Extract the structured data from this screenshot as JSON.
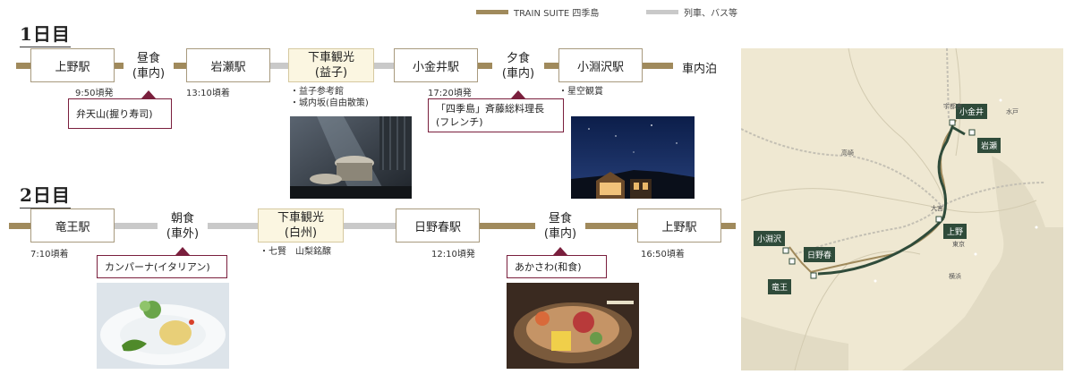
{
  "legend": {
    "train": "TRAIN SUITE 四季島",
    "other": "列車、バス等"
  },
  "day1": {
    "title": "1日目",
    "stations": {
      "ueno": "上野駅",
      "iwase": "岩瀬駅",
      "koganei": "小金井駅",
      "kobuchisawa": "小淵沢駅",
      "stay": "車内泊"
    },
    "lunch": {
      "line1": "昼食",
      "line2": "(車内)"
    },
    "sight": {
      "line1": "下車観光",
      "line2": "(益子)"
    },
    "dinner": {
      "line1": "夕食",
      "line2": "(車内)"
    },
    "times": {
      "ueno": "9:50頃発",
      "iwase": "13:10頃着",
      "koganei": "17:20頃発"
    },
    "sight_notes": [
      "・益子参考館",
      "・城内坂(自由散策)"
    ],
    "koga_note": "・星空観賞",
    "lunch_box": "弁天山(握り寿司)",
    "dinner_box": [
      "「四季島」斉藤総料理長",
      "(フレンチ)"
    ]
  },
  "day2": {
    "title": "2日目",
    "stations": {
      "ryuo": "竜王駅",
      "hinoharu": "日野春駅",
      "ueno": "上野駅"
    },
    "breakfast": {
      "line1": "朝食",
      "line2": "(車外)"
    },
    "sight": {
      "line1": "下車観光",
      "line2": "(白州)"
    },
    "lunch": {
      "line1": "昼食",
      "line2": "(車内)"
    },
    "times": {
      "ryuo": "7:10頃着",
      "hinoharu": "12:10頃発",
      "ueno": "16:50頃着"
    },
    "sight_note": "・七賢　山梨銘醸",
    "breakfast_box": "カンパーナ(イタリアン)",
    "lunch_box": "あかさわ(和食)"
  },
  "map": {
    "labels": {
      "koganei": "小金井",
      "iwase": "岩瀬",
      "ueno": "上野",
      "kobuchisawa": "小淵沢",
      "hinoharu": "日野春",
      "ryuo": "竜王"
    },
    "cities": {
      "utsunomiya": "宇都宮",
      "omiya": "大宮",
      "tokyo": "東京",
      "yokohama": "横浜",
      "takasaki": "高崎",
      "mito": "水戸"
    }
  },
  "colors": {
    "train": "#a08a5c",
    "other": "#c9c9c9",
    "accent": "#7a1f3d",
    "map_label": "#2f4b3a"
  }
}
